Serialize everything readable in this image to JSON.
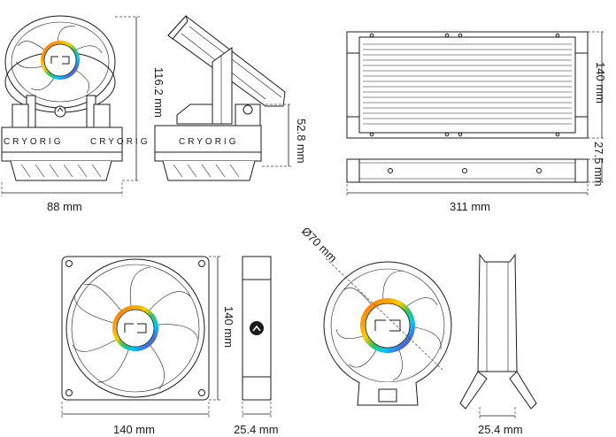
{
  "brand": {
    "text": "CRYORIG"
  },
  "dimensions": {
    "pump_height": "116.2 mm",
    "pump_width": "88 mm",
    "base_height": "52.8 mm",
    "radiator_height": "140 mm",
    "radiator_thickness": "27.5 mm",
    "radiator_length": "311 mm",
    "fan_width": "140 mm",
    "fan_height": "140 mm",
    "fan_thickness": "25.4 mm",
    "pump_fan_diameter": "Ø70 mm",
    "pump_fan_thickness": "25.4 mm"
  },
  "colors": {
    "line": "#1a1a1a",
    "ring_gradient": [
      "#ff3b30",
      "#ff9500",
      "#ffcc00",
      "#34c759",
      "#00c7ff",
      "#5856d6",
      "#ff2d92"
    ]
  },
  "icons": [
    "cryorig-logo-icon",
    "chevron-up-icon"
  ]
}
